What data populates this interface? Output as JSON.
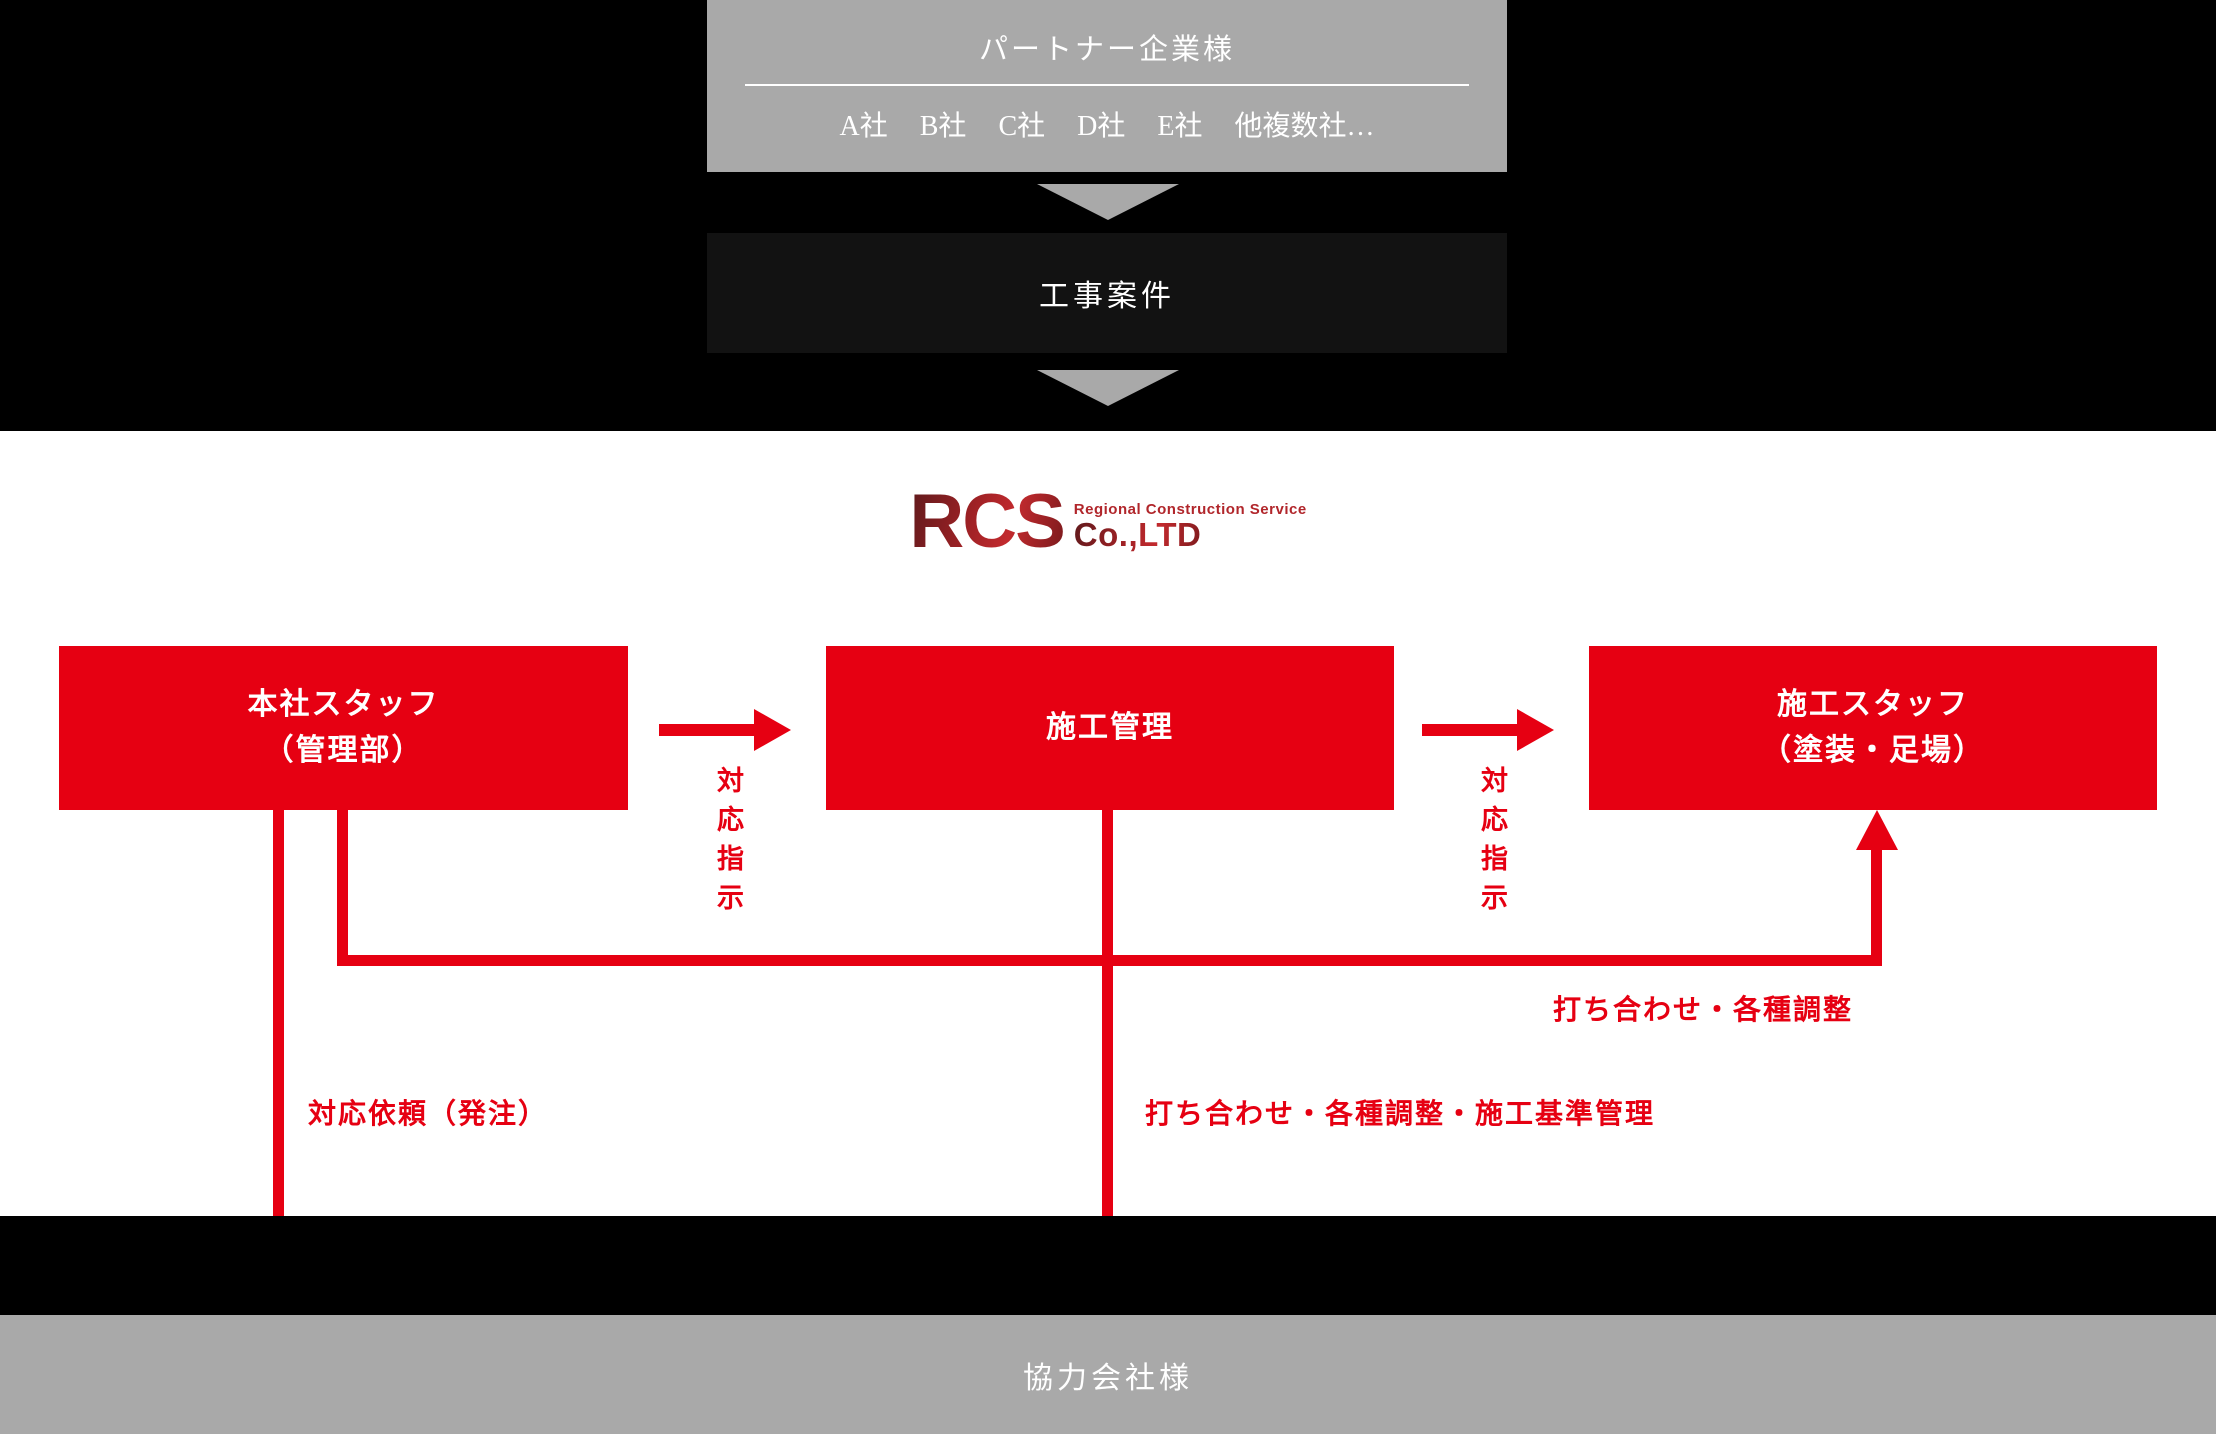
{
  "colors": {
    "accent_red": "#e60012",
    "logo_dark_red": "#9e1b20",
    "gray_band": "#a9a9a9",
    "black_band": "#000000",
    "project_box_bg": "#121212",
    "white": "#ffffff"
  },
  "partner_panel": {
    "title": "パートナー企業様",
    "companies": [
      "A社",
      "B社",
      "C社",
      "D社",
      "E社",
      "他複数社…"
    ]
  },
  "project_panel": {
    "label": "工事案件"
  },
  "logo": {
    "mark": "RCS",
    "tagline": "Regional Construction Service",
    "suffix": "Co.,LTD"
  },
  "org_boxes": {
    "head_office": {
      "line1": "本社スタッフ",
      "line2": "（管理部）"
    },
    "construction_management": {
      "label": "施工管理"
    },
    "site_staff": {
      "line1": "施工スタッフ",
      "line2": "（塗装・足場）"
    }
  },
  "flow_labels": {
    "instruction_left": "対応指示",
    "instruction_right": "対応指示",
    "order_request": "対応依頼（発注）",
    "coordination": "打ち合わせ・各種調整",
    "coordination_standards": "打ち合わせ・各種調整・施工基準管理"
  },
  "partner_companies_band": {
    "label": "協力会社様"
  }
}
